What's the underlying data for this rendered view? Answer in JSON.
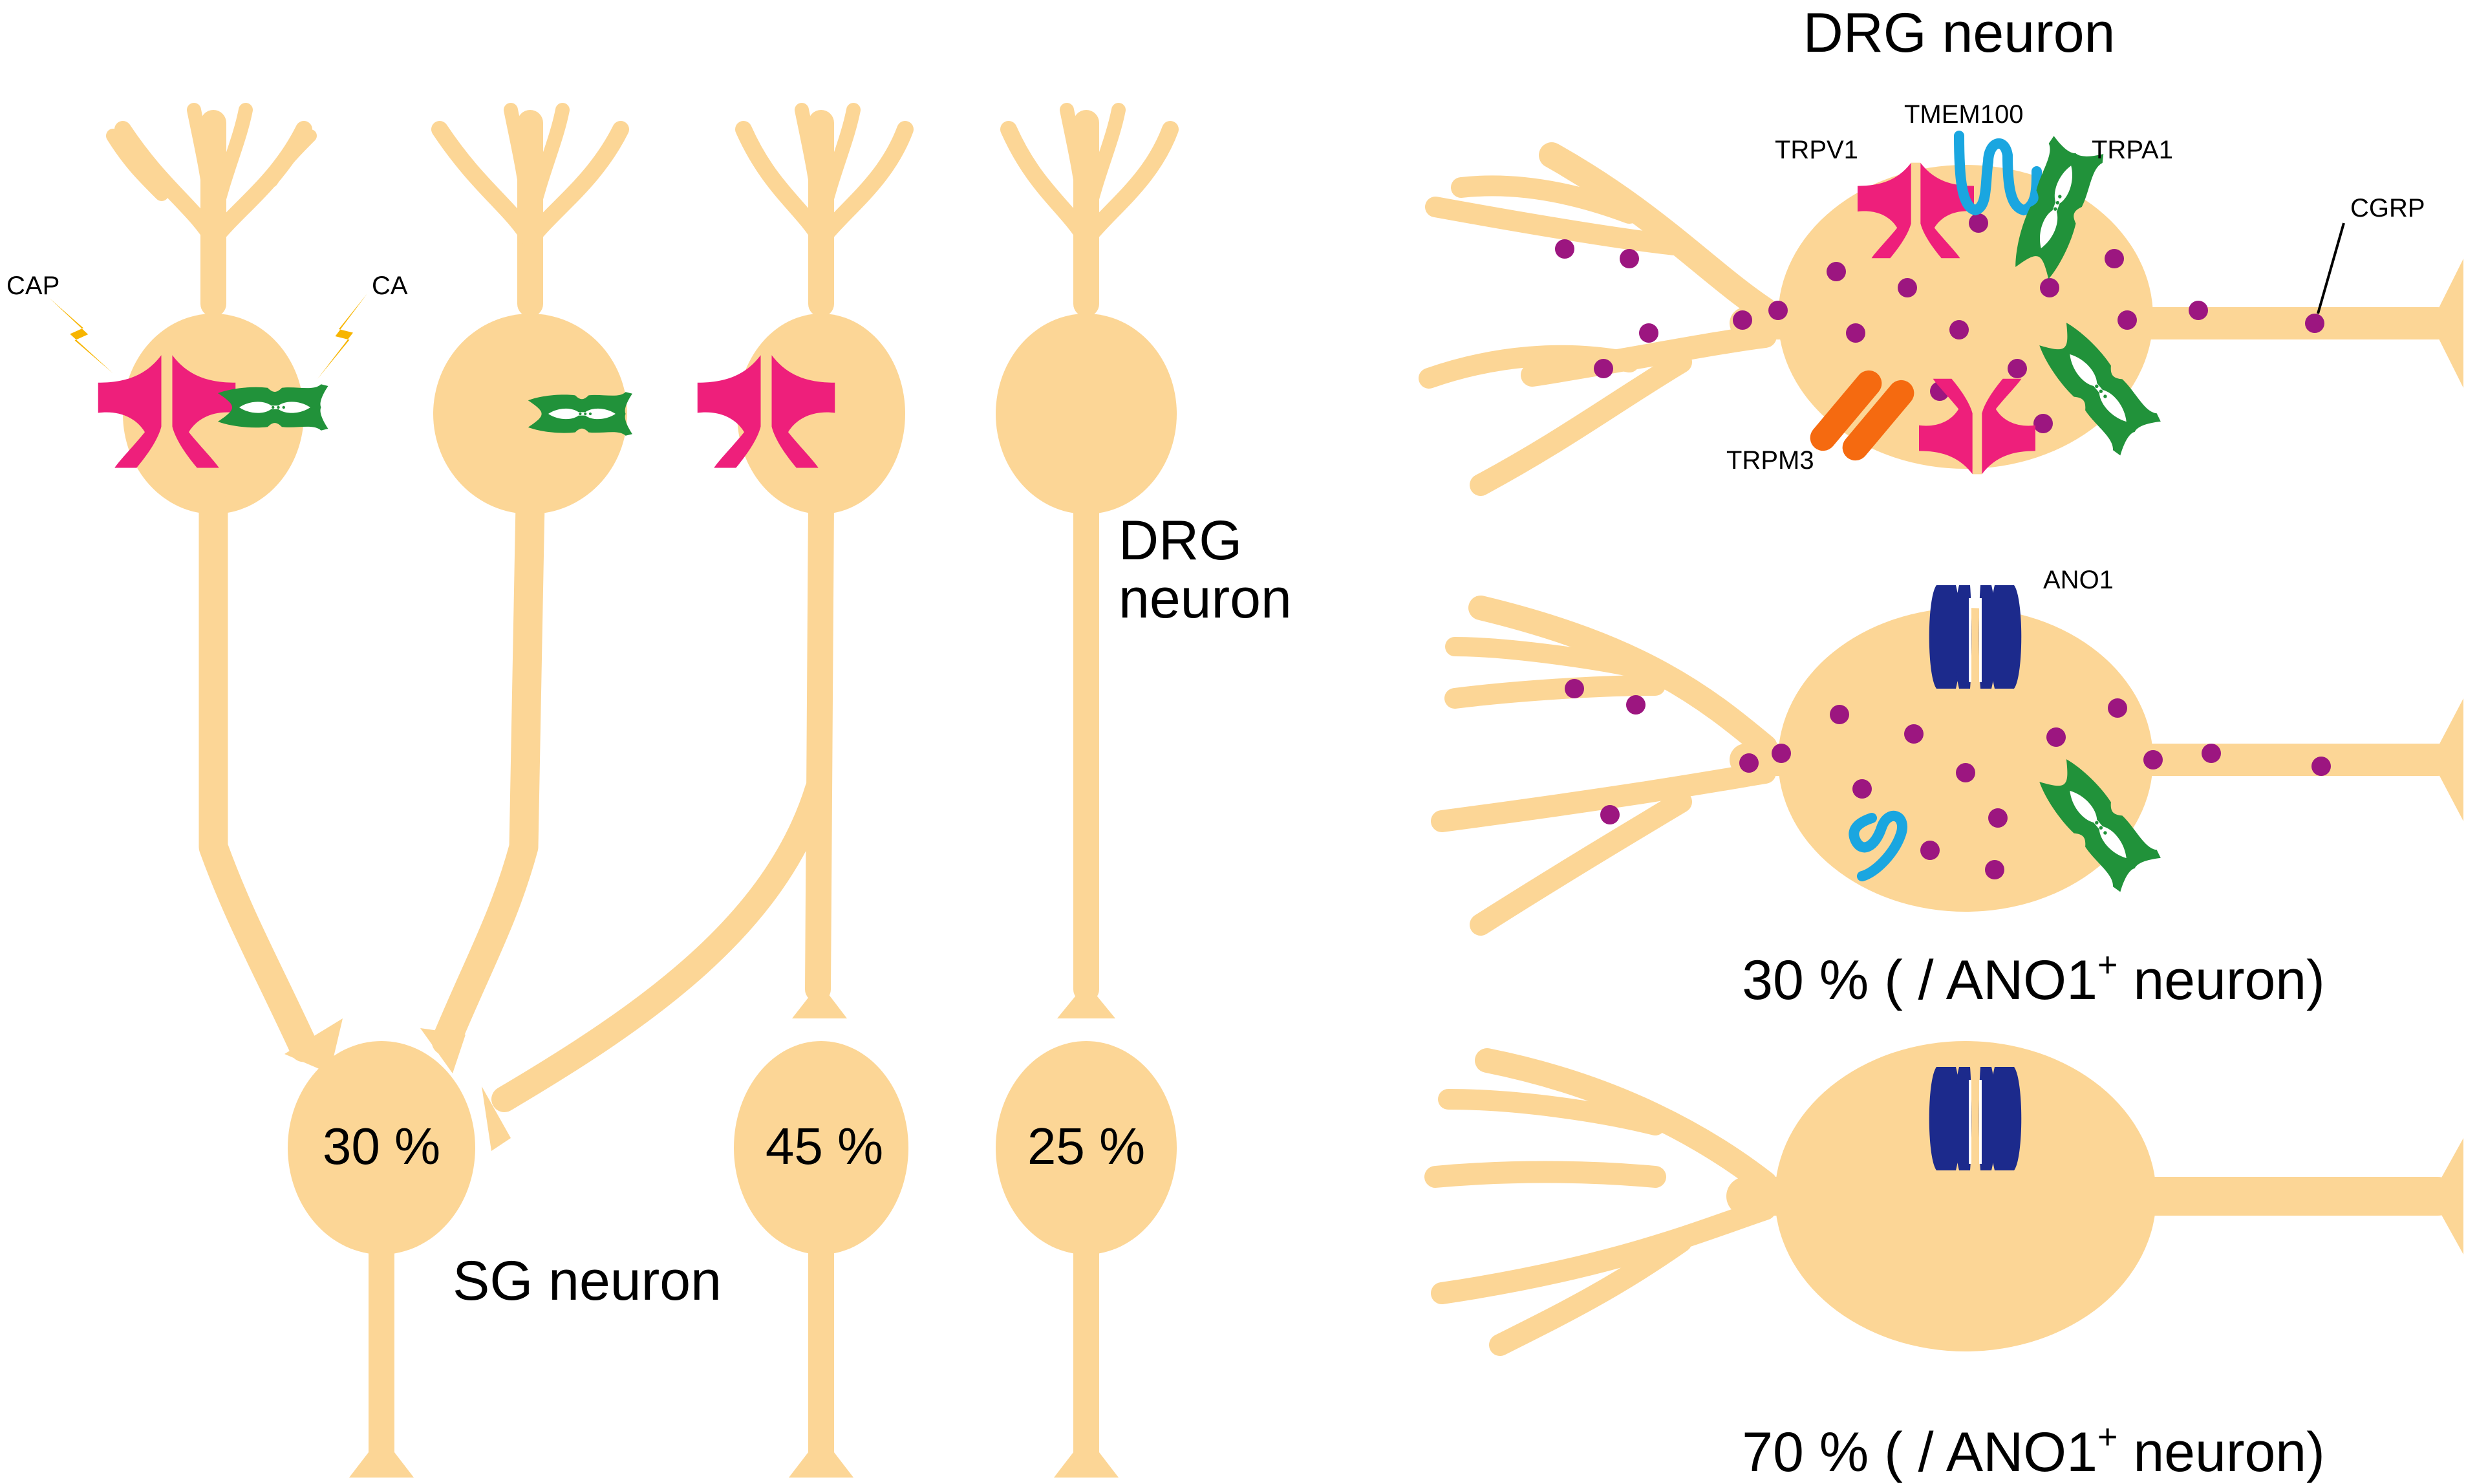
{
  "left_panel": {
    "drg_label": [
      "DRG",
      "neuron"
    ],
    "sg_label": "SG neuron",
    "stimulus_cap": "CAP",
    "stimulus_ca": "CA",
    "sg_percentages": [
      "30 %",
      "45 %",
      "25 %"
    ]
  },
  "right_panel": {
    "title": "DRG neuron",
    "channel_labels": {
      "trpv1": "TRPV1",
      "tmem100": "TMEM100",
      "trpa1": "TRPA1",
      "cgrp": "CGRP",
      "trpm3": "TRPM3",
      "ano1": "ANO1"
    },
    "caption_30": {
      "main": "30 % ( / ANO1",
      "sup": "+",
      "tail": " neuron)"
    },
    "caption_70": {
      "main": "70 % ( / ANO1",
      "sup": "+",
      "tail": " neuron)"
    }
  },
  "colors": {
    "neuron_fill": "#FCD696",
    "trpv1": "#EE1F7B",
    "trpa1": "#21923A",
    "tmem100": "#1AA6E0",
    "trpm3": "#F56A10",
    "ano1": "#1C2A8C",
    "cgrp_dot": "#9C1680",
    "stimulus": "#F7B500"
  },
  "icons": {
    "trpv1": "trpv1-channel-icon",
    "trpa1": "trpa1-channel-icon",
    "tmem100": "tmem100-protein-icon",
    "trpm3": "trpm3-channel-icon",
    "ano1": "ano1-channel-icon",
    "stimulus": "lightning-bolt-icon"
  }
}
